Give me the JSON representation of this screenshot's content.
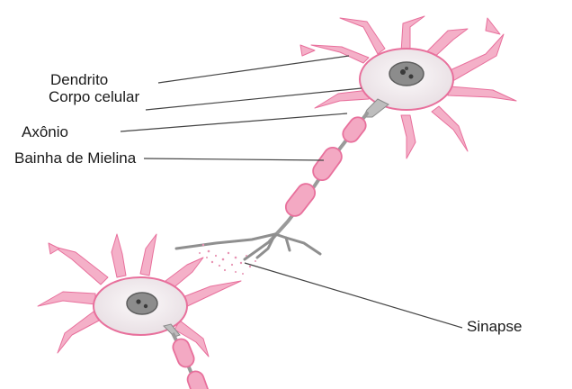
{
  "labels": {
    "dendrito": "Dendrito",
    "corpo_celular": "Corpo celular",
    "axonio": "Axônio",
    "bainha_de_mielina": "Bainha de Mielina",
    "sinapse": "Sinapse"
  },
  "colors": {
    "membrane": "#e8709c",
    "dendrite_fill": "#f4b0c8",
    "cell_body": "#f2eef0",
    "nucleus": "#8c8c8c",
    "myelin": "#f3a9c3",
    "axon": "#9a9a9a",
    "leader_line": "#444444"
  }
}
